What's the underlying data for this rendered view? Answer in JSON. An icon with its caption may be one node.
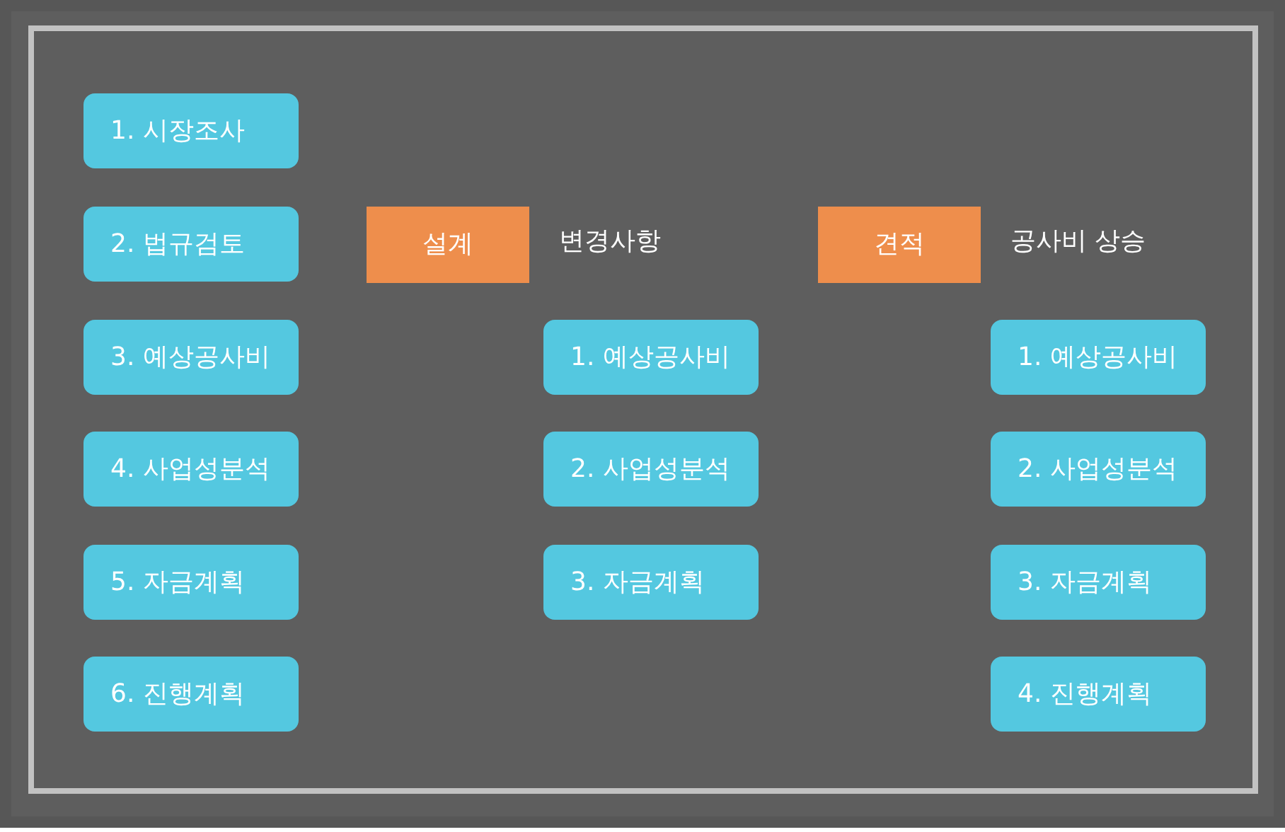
{
  "diagram": {
    "nodes": [
      {
        "text": [
          "1. 시장조사"
        ]
      },
      {
        "text": [
          "2. 법규검토"
        ]
      },
      {
        "text": [
          "3. 예상공사비"
        ]
      },
      {
        "text": [
          "4. 사업성분석"
        ]
      },
      {
        "text": [
          "5. 자금계획"
        ]
      },
      {
        "text": [
          "6. 진행계획"
        ]
      },
      {
        "text": [
          "설계"
        ],
        "beside": [
          "변경사항"
        ]
      },
      {
        "text": [
          "1. 예상공사비"
        ]
      },
      {
        "text": [
          "2. 사업성분석"
        ]
      },
      {
        "text": [
          "3. 자금계획"
        ]
      },
      {
        "text": [
          "견적"
        ],
        "beside": [
          "공사비 상승"
        ]
      },
      {
        "text": [
          "1. 예상공사비"
        ]
      },
      {
        "text": [
          "2. 사업성분석"
        ]
      },
      {
        "text": [
          "3. 자금계획"
        ]
      },
      {
        "text": [
          "4. 진행계획"
        ]
      }
    ]
  }
}
